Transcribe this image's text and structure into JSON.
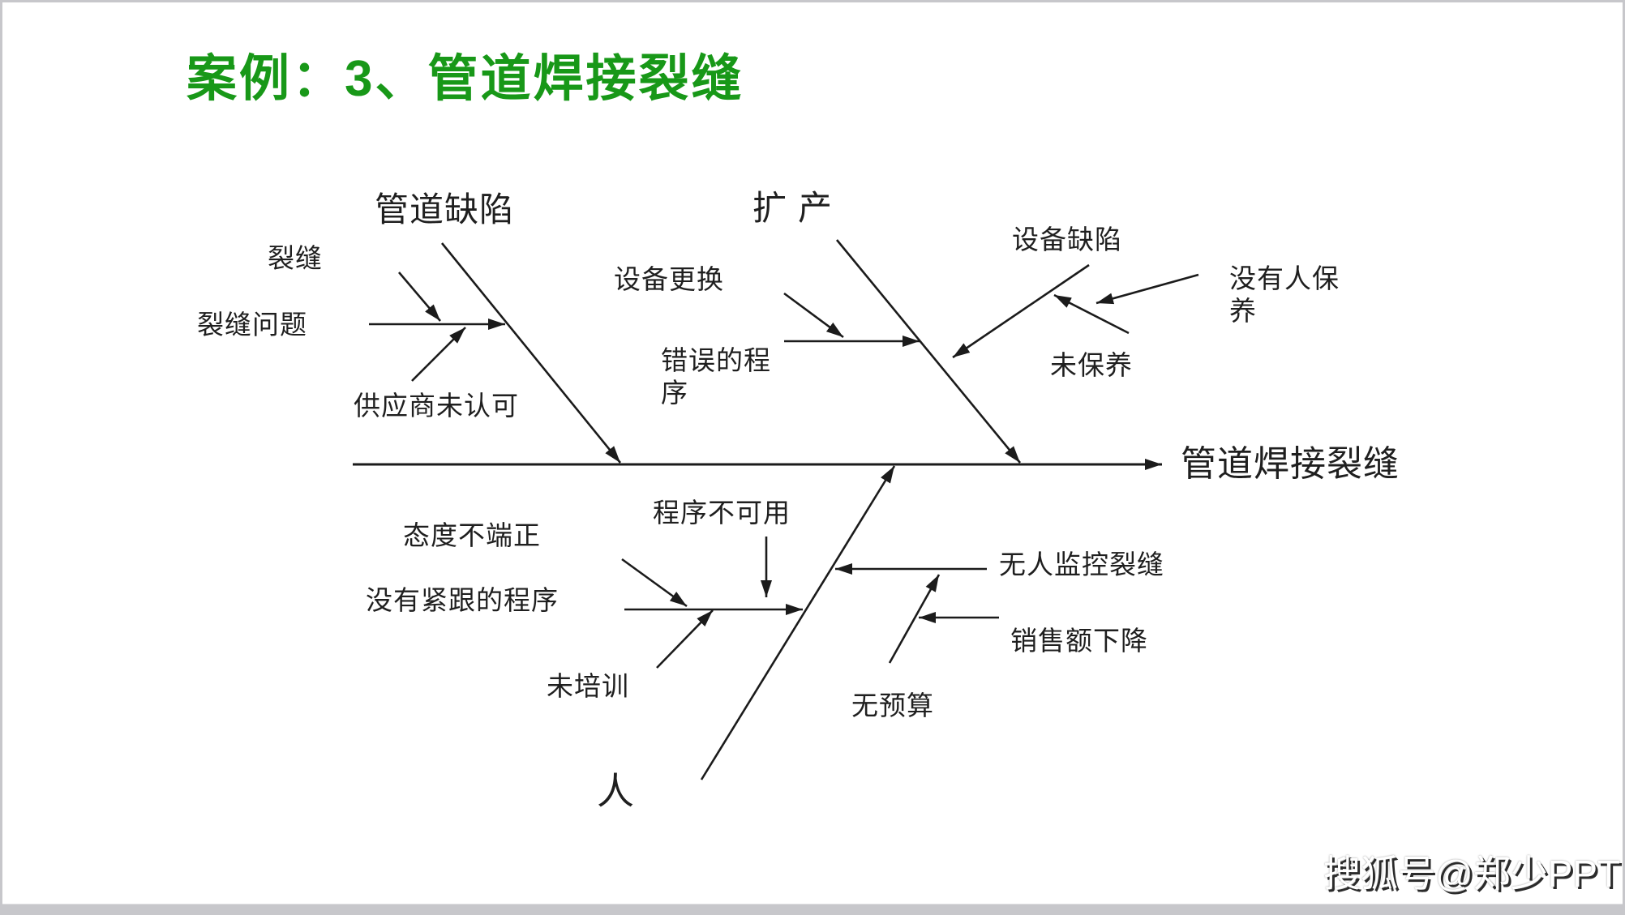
{
  "slide": {
    "title": "案例：3、管道焊接裂缝",
    "title_color": "#189818"
  },
  "diagram": {
    "type": "fishbone",
    "effect": "管道焊接裂缝",
    "line_color": "#1b1b1b",
    "branches": [
      {
        "category": "管道缺陷",
        "causes": [
          "裂缝",
          "裂缝问题",
          "供应商未认可"
        ]
      },
      {
        "category": "扩产",
        "causes": [
          "设备更换",
          "错误的程序"
        ]
      },
      {
        "category": "设备缺陷",
        "causes": [
          "没有人保养",
          "未保养"
        ]
      },
      {
        "category": "人",
        "causes": [
          "态度不端正",
          "没有紧跟的程序",
          "程序不可用",
          "未培训",
          "无人监控裂缝",
          "销售额下降",
          "无预算"
        ]
      }
    ]
  },
  "labels": {
    "title": "案例：3、管道焊接裂缝",
    "cat_pipe_defect": "管道缺陷",
    "cat_expand": "扩产",
    "effect_head": "管道焊接裂缝",
    "person": "人",
    "liefeng": "裂缝",
    "liefeng_wenti": "裂缝问题",
    "gongyingshang": "供应商未认可",
    "shebei_genghuan": "设备更换",
    "cuowu_chengxu": "错误的程序",
    "shebei_quexian": "设备缺陷",
    "meiyouren_baoyang": "没有人保养",
    "wei_baoyang": "未保养",
    "taidu": "态度不端正",
    "meiyou_jingen": "没有紧跟的程序",
    "chengxu_bukeyong": "程序不可用",
    "wei_peixun": "未培训",
    "wuren_jiankong": "无人监控裂缝",
    "xiaoshoue_xiajiang": "销售额下降",
    "wu_yusuan": "无预算"
  },
  "watermark": "搜狐号@郑少PPT"
}
